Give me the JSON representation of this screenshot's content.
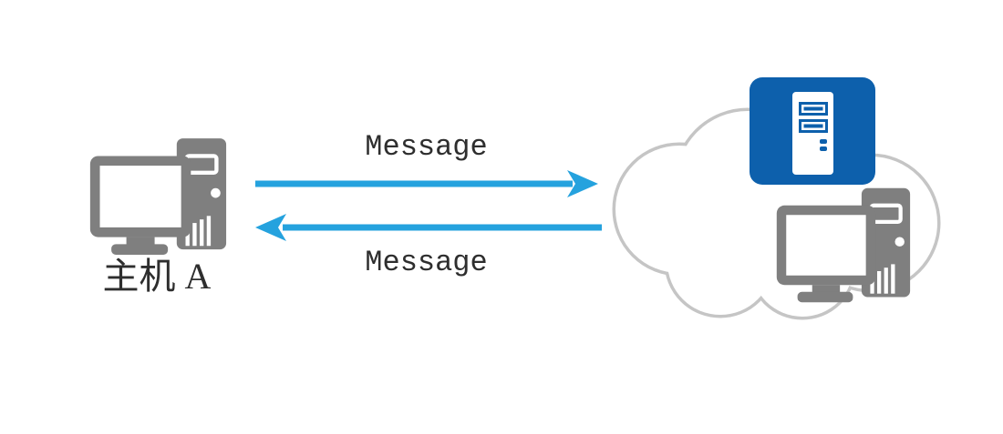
{
  "host": {
    "label": "主机 A"
  },
  "flows": {
    "to_cloud": {
      "label": "Message",
      "direction": "right"
    },
    "from_cloud": {
      "label": "Message",
      "direction": "left"
    }
  },
  "icons": {
    "left": "desktop-computer-icon",
    "network": "cloud-icon",
    "inside_cloud_top": "server-tower-icon",
    "inside_cloud_bottom": "desktop-computer-icon"
  },
  "colors": {
    "arrow": "#25A2DE",
    "server_box": "#0D60AC",
    "icon_gray": "#7F7F7F",
    "cloud_outline": "#C5C5C5",
    "text": "#2E2E2E",
    "background": "#FFFFFF"
  }
}
